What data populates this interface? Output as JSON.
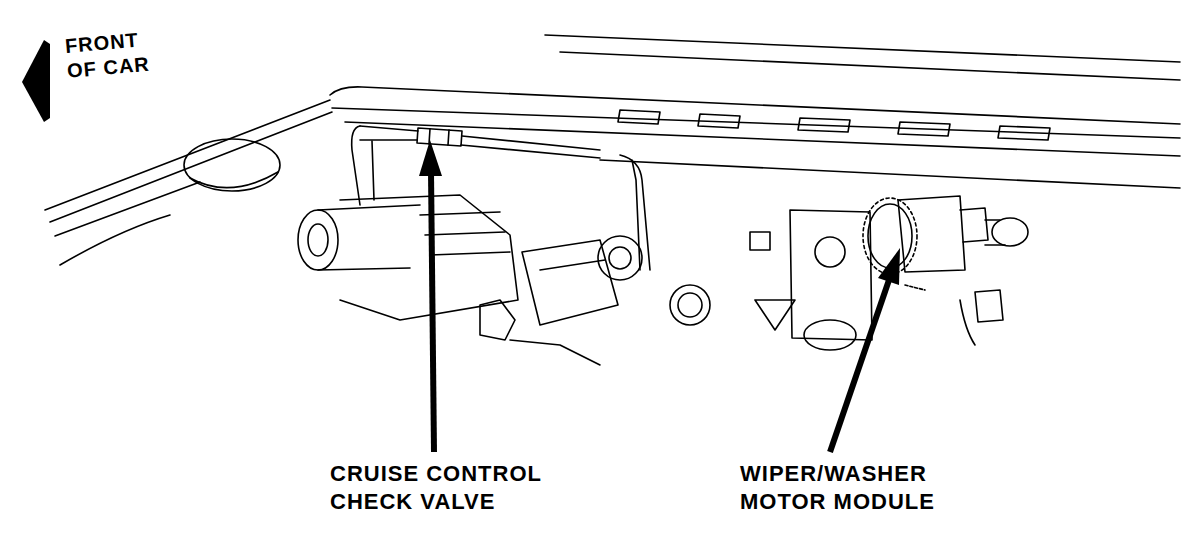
{
  "diagram": {
    "labels": [
      "FRONT OF CAR",
      "CRUISE CONTROL CHECK VALVE",
      "WIPER/WASHER MOTOR MODULE"
    ]
  }
}
